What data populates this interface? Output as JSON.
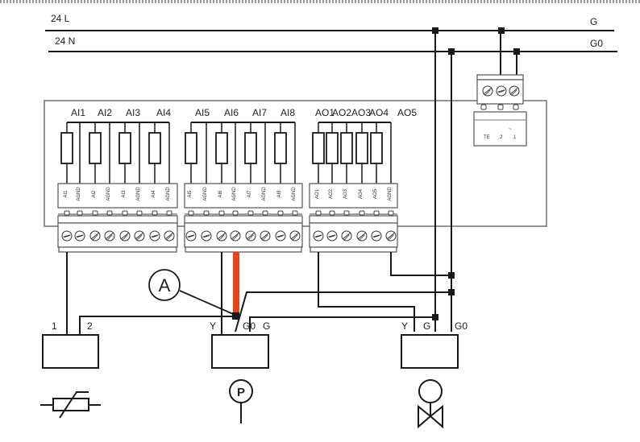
{
  "power_rails": {
    "l_label": "24 L",
    "n_label": "24 N",
    "g_label": "G",
    "g0_label": "G0"
  },
  "channels": {
    "group1": [
      "AI1",
      "AI2",
      "AI3",
      "AI4"
    ],
    "group2": [
      "AI5",
      "AI6",
      "AI7",
      "AI8"
    ],
    "group3": [
      "AO1",
      "AO2",
      "AO3",
      "AO4",
      "AO5"
    ]
  },
  "terminal_labels": {
    "block1": [
      "AI1",
      "AGND",
      "AI2",
      "AGND",
      "AI3",
      "AGND",
      "AI4",
      "AGND"
    ],
    "block2": [
      "AI5",
      "AGND",
      "AI6",
      "AGND",
      "AI7",
      "AGND",
      "AI8",
      "AGND"
    ],
    "block3": [
      "AO1",
      "AO2",
      "AO3",
      "AO4",
      "AO5",
      "AGND"
    ]
  },
  "power_terminal": {
    "labels": [
      "TE",
      "2",
      "1"
    ],
    "symbol": "~"
  },
  "devices": {
    "sensor": {
      "pin1": "1",
      "pin2": "2",
      "icon": "thermistor"
    },
    "pressure": {
      "y": "Y",
      "g0": "G0",
      "g": "G",
      "symbol": "P"
    },
    "valve": {
      "y": "Y",
      "g": "G",
      "g0": "G0",
      "icon": "valve-actuator"
    }
  },
  "callout": {
    "label": "A"
  },
  "colors": {
    "highlight_wire": "#e8441c",
    "wire": "#1a1a1a",
    "frame": "#707070"
  }
}
